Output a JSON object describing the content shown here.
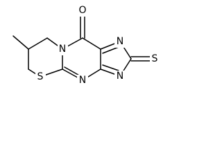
{
  "molecule": {
    "atoms": {
      "carbonyl_oxygen": "O",
      "bridgehead_nitrogen": "N",
      "ring_sulfur": "S",
      "pyrimidine_nitrogen": "N",
      "imidazole_nitrogen_top": "N",
      "imidazole_nitrogen_bottom": "N",
      "thione_sulfur": "S"
    }
  }
}
